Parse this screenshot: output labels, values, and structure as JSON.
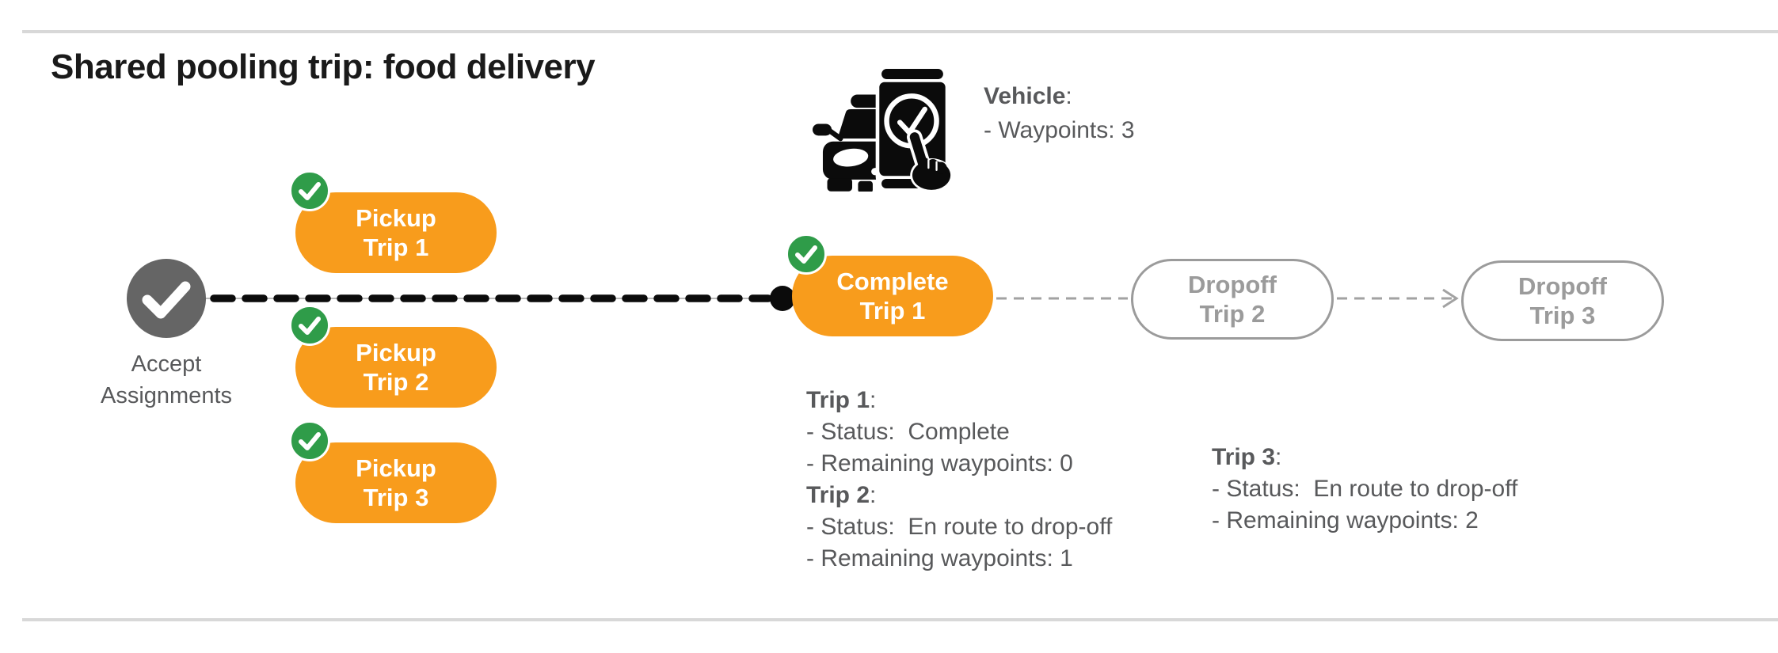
{
  "page": {
    "title": "Shared pooling trip: food delivery"
  },
  "vehicle": {
    "icon": "car-phone-check-icon",
    "label_bold": "Vehicle",
    "label_suffix": ":",
    "waypoints_line": "- Waypoints: 3"
  },
  "flow": {
    "start": {
      "icon": "checkmark-icon",
      "line1": "Accept",
      "line2": "Assignments"
    },
    "nodes": [
      {
        "id": "pickup-trip-1",
        "line1": "Pickup",
        "line2": "Trip 1",
        "state": "done"
      },
      {
        "id": "pickup-trip-2",
        "line1": "Pickup",
        "line2": "Trip 2",
        "state": "done"
      },
      {
        "id": "pickup-trip-3",
        "line1": "Pickup",
        "line2": "Trip 3",
        "state": "done"
      },
      {
        "id": "complete-trip-1",
        "line1": "Complete",
        "line2": "Trip 1",
        "state": "done"
      },
      {
        "id": "dropoff-trip-2",
        "line1": "Dropoff",
        "line2": "Trip 2",
        "state": "pending"
      },
      {
        "id": "dropoff-trip-3",
        "line1": "Dropoff",
        "line2": "Trip 3",
        "state": "pending"
      }
    ]
  },
  "trip_status": {
    "left_block": [
      {
        "heading_bold": "Trip 1",
        "heading_suffix": ":",
        "lines": [
          "- Status:  Complete",
          "- Remaining waypoints: 0"
        ]
      },
      {
        "heading_bold": "Trip 2",
        "heading_suffix": ":",
        "lines": [
          "- Status:  En route to drop-off",
          "- Remaining waypoints: 1"
        ]
      }
    ],
    "right_block": [
      {
        "heading_bold": "Trip 3",
        "heading_suffix": ":",
        "lines": [
          "- Status:  En route to drop-off",
          "- Remaining waypoints: 2"
        ]
      }
    ]
  },
  "colors": {
    "accent_orange": "#F89C1C",
    "success_green": "#2F9C49",
    "start_node_gray": "#656565",
    "pending_gray": "#9B9B9B",
    "text_gray": "#58595B",
    "line_black": "#0B0B0B",
    "divider_gray": "#D8D8D8"
  }
}
